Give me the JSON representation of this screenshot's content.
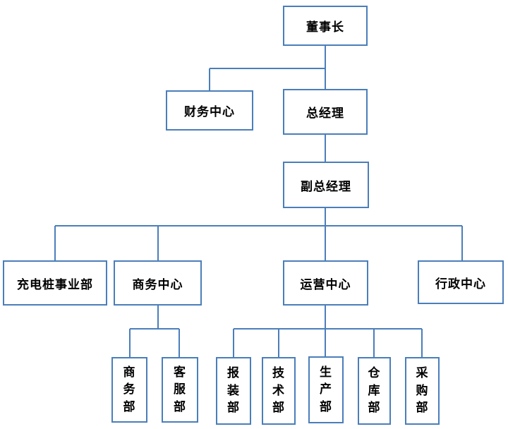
{
  "nodes": {
    "chairman": "董事长",
    "finance": "财务中心",
    "gm": "总经理",
    "deputy_gm": "副总经理",
    "charging": "充电桩事业部",
    "business_center": "商务中心",
    "operations_center": "运营中心",
    "admin_center": "行政中心",
    "business_dept": "商务部",
    "customer_service": "客服部",
    "declaration_dept": "报装部",
    "tech_dept": "技术部",
    "production_dept": "生产部",
    "warehouse_dept": "仓库部",
    "purchasing_dept": "采购部"
  },
  "colors": {
    "border": "#4a7eba",
    "line": "#4a7eba",
    "text": "#000000",
    "background": "#ffffff"
  }
}
